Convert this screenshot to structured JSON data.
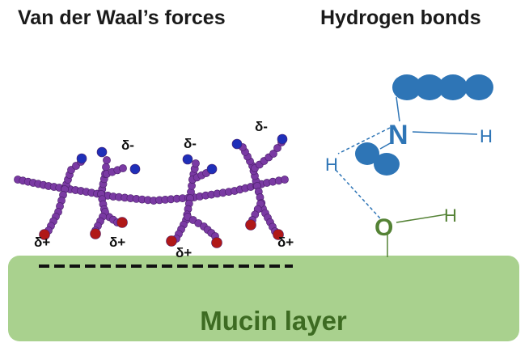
{
  "titles": {
    "left": "Van der Waal’s forces",
    "right": "Hydrogen bonds"
  },
  "surface": {
    "label": "Mucin layer",
    "fill_color": "#a9d18e",
    "text_color": "#3d6b22"
  },
  "polymer": {
    "bead_color": "#7a3aa3",
    "negative_end_color": "#1f2fb8",
    "positive_end_color": "#b01818",
    "negative_labels": [
      "δ-",
      "δ-",
      "δ-"
    ],
    "positive_labels": [
      "δ+",
      "δ+",
      "δ+",
      "δ+"
    ]
  },
  "hydrogen_bond": {
    "nitrogen": "N",
    "oxygen": "O",
    "hydrogen": "H",
    "nitrogen_color": "#2e75b6",
    "oxygen_color": "#548235"
  }
}
